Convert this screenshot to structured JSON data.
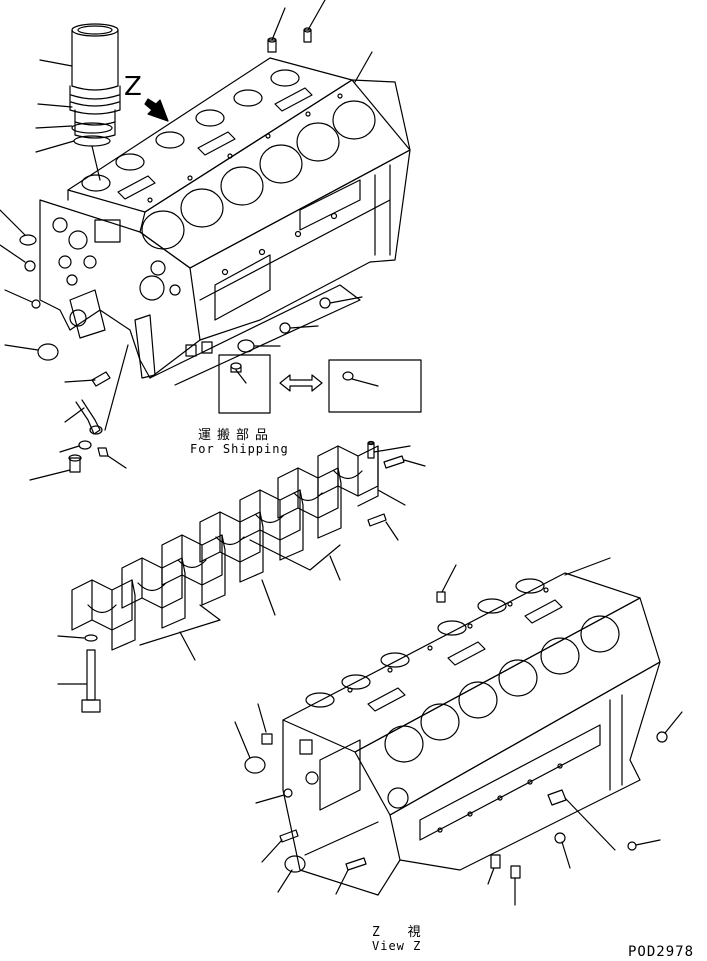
{
  "figure": {
    "view_marker": "Z",
    "shipping_label_jp": "運搬部品",
    "shipping_label_en": "For Shipping",
    "view_label_jp": "Z 視",
    "view_label_en": "View Z",
    "figure_code": "POD2978"
  }
}
